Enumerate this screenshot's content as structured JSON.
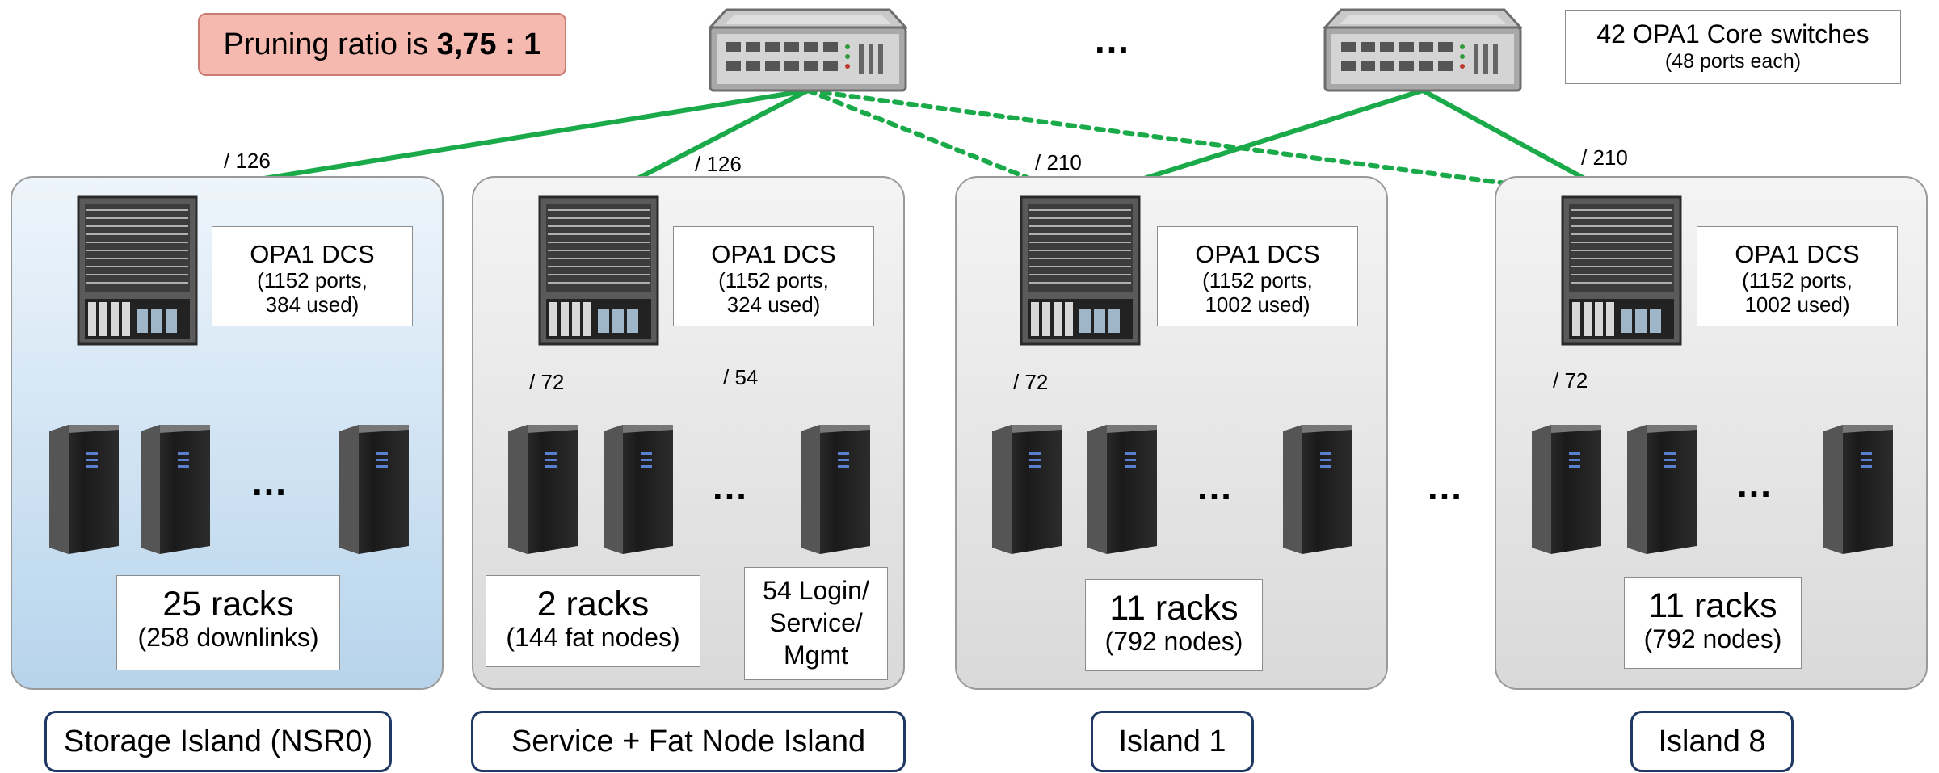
{
  "pruning": {
    "prefix": "Pruning ratio is ",
    "ratio": "3,75 : 1"
  },
  "core": {
    "title": "42 OPA1 Core switches",
    "subtitle": "(48 ports each)",
    "ellipsis": "…"
  },
  "link_labels": {
    "storage_uplink": "/ 126",
    "service_uplink": "/ 126",
    "island1_uplink": "/ 210",
    "island8_uplink": "/ 210",
    "service_down_racks": "/ 72",
    "service_down_mgmt": "/ 54",
    "island1_down": "/ 72",
    "island8_down": "/ 72"
  },
  "islands": [
    {
      "name": "Storage Island (NSR0)",
      "dcs_title": "OPA1 DCS",
      "dcs_ports": "(1152 ports,",
      "dcs_used": "384 used)",
      "racks_title": "25 racks",
      "racks_sub": "(258 downlinks)",
      "ellipsis": "…"
    },
    {
      "name": "Service + Fat Node Island",
      "dcs_title": "OPA1 DCS",
      "dcs_ports": "(1152 ports,",
      "dcs_used": "324 used)",
      "racks_title": "2 racks",
      "racks_sub": "(144 fat nodes)",
      "ellipsis": "…",
      "extra_line1": "54 Login/",
      "extra_line2": "Service/",
      "extra_line3": "Mgmt"
    },
    {
      "name": "Island 1",
      "dcs_title": "OPA1 DCS",
      "dcs_ports": "(1152 ports,",
      "dcs_used": "1002 used)",
      "racks_title": "11 racks",
      "racks_sub": "(792 nodes)",
      "ellipsis": "…"
    },
    {
      "name": "Island 8",
      "dcs_title": "OPA1 DCS",
      "dcs_ports": "(1152 ports,",
      "dcs_used": "1002 used)",
      "racks_title": "11 racks",
      "racks_sub": "(792 nodes)",
      "ellipsis": "…"
    }
  ],
  "between_islands_ellipsis": "…",
  "colors": {
    "link": "#1aaa4a",
    "island_border": "#1f3864",
    "pruning_bg": "#f6b9b0"
  },
  "icons": [
    "core-switch-icon",
    "director-switch-icon",
    "server-rack-icon"
  ]
}
